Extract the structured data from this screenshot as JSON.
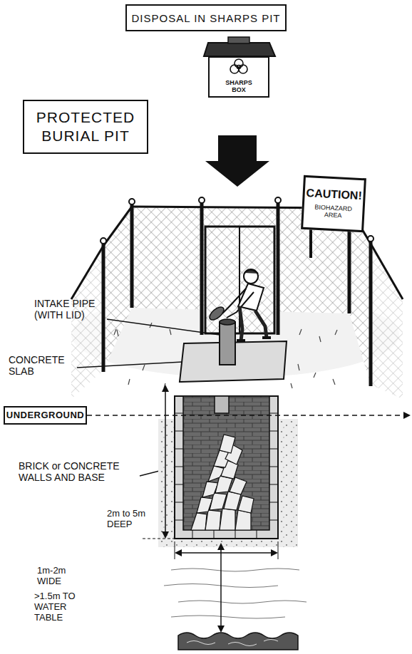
{
  "diagram": {
    "title": "DISPOSAL IN SHARPS PIT",
    "nodes": [
      {
        "text": [
          "SHARPS BOX"
        ]
      },
      {
        "text": [
          "PROTECTED BURIAL PIT"
        ]
      },
      {
        "text": [
          "CAUTION!",
          "BIOHAZARD AREA"
        ]
      },
      {
        "text": [
          "UNDERGROUND"
        ]
      }
    ],
    "labels": [
      "INTAKE PIPE (WITH LID)",
      "CONCRETE SLAB",
      "BRICK or CONCRETE WALLS AND BASE",
      "2m to 5m DEEP",
      "1m-2m WIDE",
      ">1.5m TO WATER TABLE"
    ]
  }
}
